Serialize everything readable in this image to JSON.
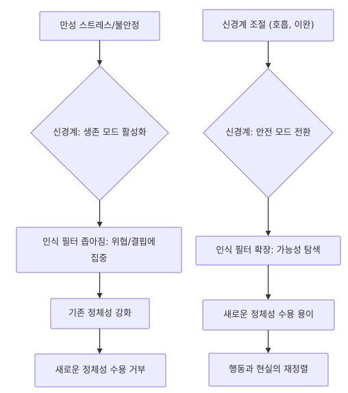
{
  "flows": [
    {
      "steps": [
        "만성 스트레스/불안정",
        "신경계: 생존 모드 활성화",
        "인식 필터 좁아짐: 위협/결핍에",
        "집중",
        "기존 정체성 강화",
        "새로운 정체성 수용 거부"
      ]
    },
    {
      "steps": [
        "신경계 조절 (호흡, 이완)",
        "신경계: 안전 모드 전환",
        "인식 필터 확장: 가능성 탐색",
        "새로운 정체성 수용 용이",
        "행동과 현실의 재정렬"
      ]
    }
  ],
  "colors": {
    "node_fill": "#ececff",
    "node_stroke": "#9370db",
    "text": "#333333",
    "edge": "#333333"
  }
}
